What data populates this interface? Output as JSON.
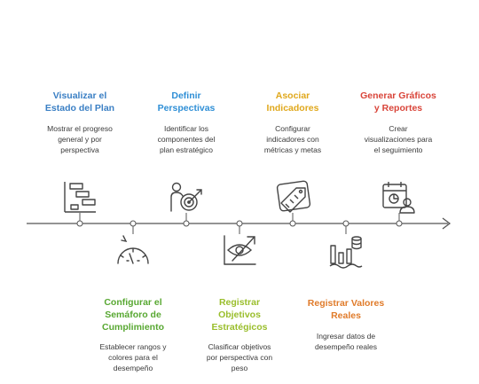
{
  "steps": [
    {
      "id": "visualizar",
      "title": "Visualizar el Estado del Plan",
      "title_lines": [
        "Visualizar el",
        "Estado del Plan"
      ],
      "desc_lines": [
        "Mostrar el progreso",
        "general y por",
        "perspectiva"
      ],
      "color": "#3a7fc4",
      "icon": "gantt-chart-icon"
    },
    {
      "id": "semaforo",
      "title": "Configurar el Semáforo de Cumplimiento",
      "title_lines": [
        "Configurar el",
        "Semáforo de",
        "Cumplimiento"
      ],
      "desc_lines": [
        "Establecer rangos y",
        "colores para el",
        "desempeño"
      ],
      "color": "#58a832",
      "icon": "speedometer-icon"
    },
    {
      "id": "perspectivas",
      "title": "Definir Perspectivas",
      "title_lines": [
        "Definir",
        "Perspectivas"
      ],
      "desc_lines": [
        "Identificar los",
        "componentes del",
        "plan estratégico"
      ],
      "color": "#2f8fd6",
      "icon": "person-target-icon"
    },
    {
      "id": "objetivos",
      "title": "Registrar Objetivos Estratégicos",
      "title_lines": [
        "Registrar",
        "Objetivos",
        "Estratégicos"
      ],
      "desc_lines": [
        "Clasificar objetivos",
        "por perspectiva con",
        "peso"
      ],
      "color": "#9abe2c",
      "icon": "eye-growth-icon"
    },
    {
      "id": "indicadores",
      "title": "Asociar Indicadores",
      "title_lines": [
        "Asociar",
        "Indicadores"
      ],
      "desc_lines": [
        "Configurar",
        "indicadores con",
        "métricas y metas"
      ],
      "color": "#e0a81c",
      "icon": "tag-link-icon"
    },
    {
      "id": "valores",
      "title": "Registrar Valores Reales",
      "title_lines": [
        "Registrar Valores",
        "Reales"
      ],
      "desc_lines": [
        "Ingresar datos de",
        "desempeño reales"
      ],
      "color": "#e07b2a",
      "icon": "bar-chart-database-icon"
    },
    {
      "id": "reportes",
      "title": "Generar Gráficos y Reportes",
      "title_lines": [
        "Generar Gráficos",
        "y Reportes"
      ],
      "desc_lines": [
        "Crear",
        "visualizaciones para",
        "el seguimiento"
      ],
      "color": "#d9453a",
      "icon": "calendar-user-icon"
    }
  ],
  "colors": {
    "line": "#555555",
    "icon_stroke": "#444444"
  }
}
